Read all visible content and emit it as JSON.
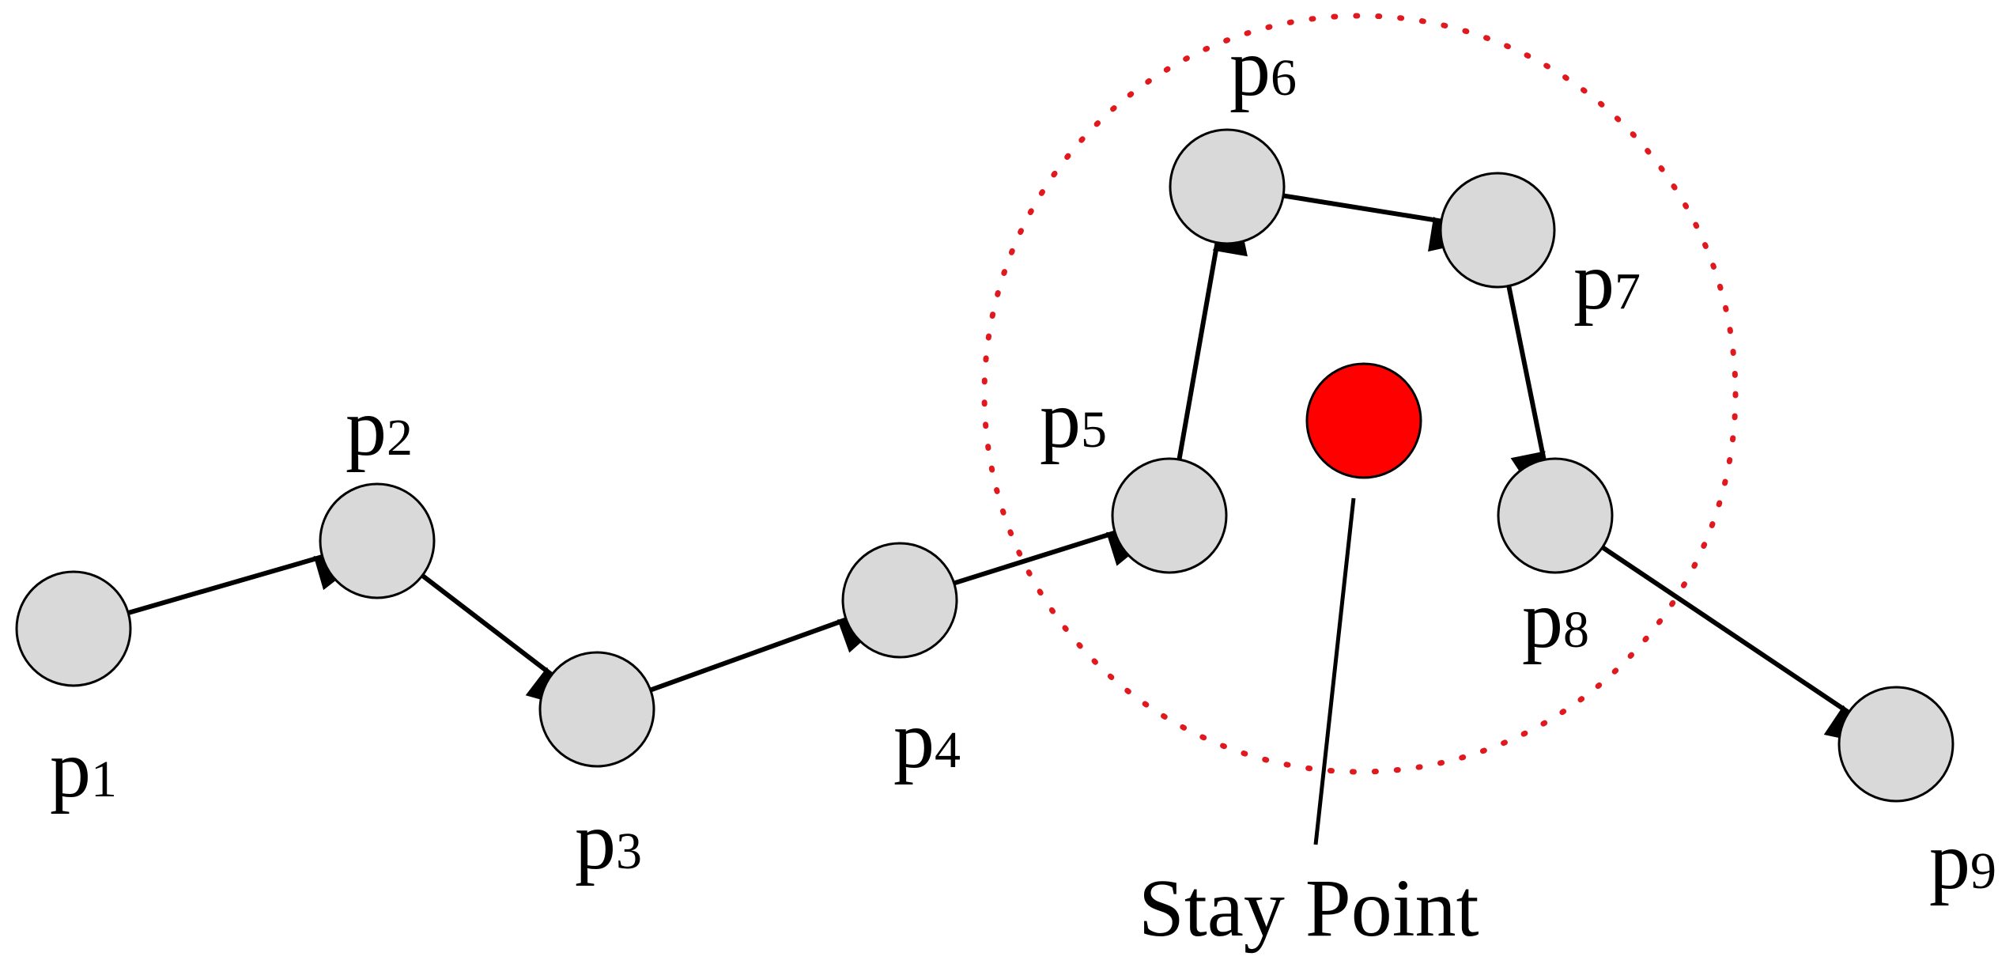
{
  "diagram": {
    "points": [
      {
        "id": "p1",
        "main": "p",
        "sub": "1"
      },
      {
        "id": "p2",
        "main": "p",
        "sub": "2"
      },
      {
        "id": "p3",
        "main": "p",
        "sub": "3"
      },
      {
        "id": "p4",
        "main": "p",
        "sub": "4"
      },
      {
        "id": "p5",
        "main": "p",
        "sub": "5"
      },
      {
        "id": "p6",
        "main": "p",
        "sub": "6"
      },
      {
        "id": "p7",
        "main": "p",
        "sub": "7"
      },
      {
        "id": "p8",
        "main": "p",
        "sub": "8"
      },
      {
        "id": "p9",
        "main": "p",
        "sub": "9"
      }
    ],
    "edges": [
      {
        "from": "p1",
        "to": "p2"
      },
      {
        "from": "p2",
        "to": "p3"
      },
      {
        "from": "p3",
        "to": "p4"
      },
      {
        "from": "p4",
        "to": "p5"
      },
      {
        "from": "p5",
        "to": "p6"
      },
      {
        "from": "p6",
        "to": "p7"
      },
      {
        "from": "p7",
        "to": "p8"
      },
      {
        "from": "p8",
        "to": "p9"
      }
    ],
    "stay_point_label": "Stay Point",
    "colors": {
      "node_fill": "#d9d9d9",
      "stay_point": "#ff0000",
      "region_outline": "#e0191f"
    }
  }
}
